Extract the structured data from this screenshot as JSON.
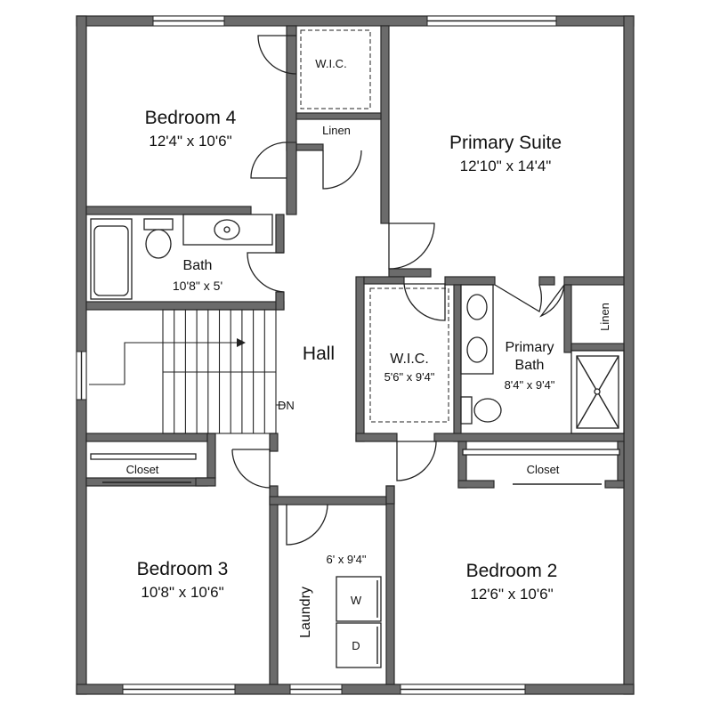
{
  "rooms": {
    "bedroom4": {
      "name": "Bedroom 4",
      "dim": "12'4\" x 10'6\""
    },
    "primary_suite": {
      "name": "Primary Suite",
      "dim": "12'10\" x 14'4\""
    },
    "wic_top": {
      "name": "W.I.C."
    },
    "linen_top": {
      "name": "Linen"
    },
    "bath": {
      "name": "Bath",
      "dim": "10'8\" x 5'"
    },
    "hall": {
      "name": "Hall"
    },
    "stair": {
      "label": "DN"
    },
    "wic_mid": {
      "name": "W.I.C.",
      "dim": "5'6\" x 9'4\""
    },
    "primary_bath": {
      "name_line1": "Primary",
      "name_line2": "Bath",
      "dim": "8'4\" x 9'4\""
    },
    "linen_right": {
      "name": "Linen"
    },
    "closet_left": {
      "name": "Closet"
    },
    "closet_right": {
      "name": "Closet"
    },
    "bedroom3": {
      "name": "Bedroom 3",
      "dim": "10'8\" x 10'6\""
    },
    "bedroom2": {
      "name": "Bedroom 2",
      "dim": "12'6\" x 10'6\""
    },
    "laundry": {
      "name": "Laundry",
      "dim": "6' x 9'4\""
    },
    "washer": {
      "label": "W"
    },
    "dryer": {
      "label": "D"
    }
  },
  "colors": {
    "wall": "#6b6b6b",
    "line": "#222222",
    "background": "#ffffff"
  }
}
